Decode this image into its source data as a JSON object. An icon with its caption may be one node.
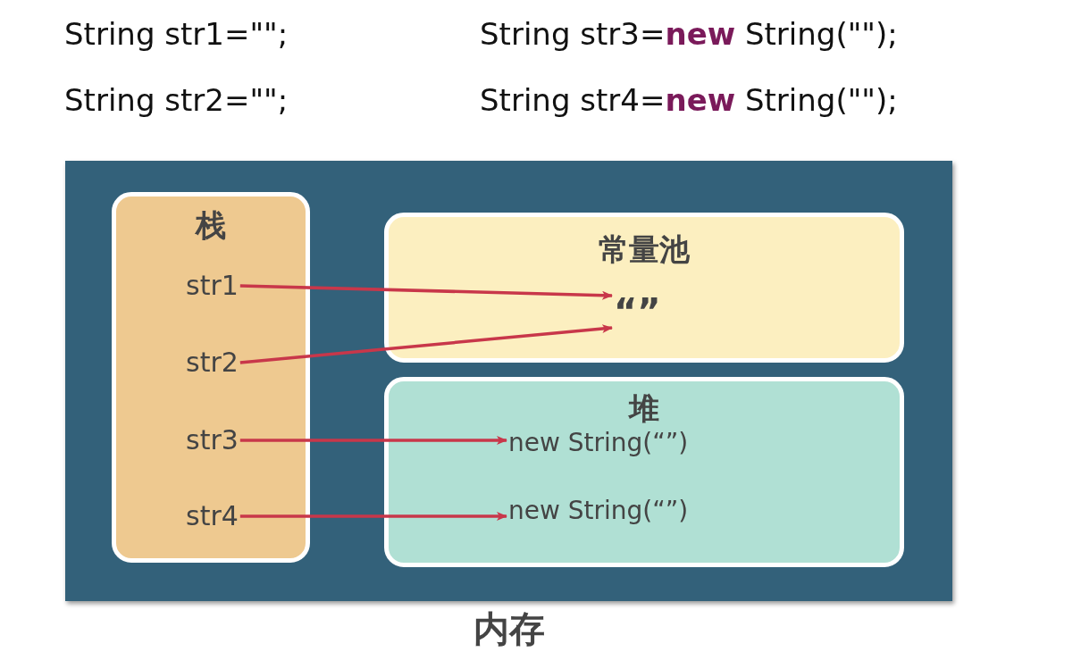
{
  "diagram": {
    "nodes": [
      {
        "text": [
          "内存"
        ]
      },
      {
        "text": [
          "栈"
        ],
        "in": 0
      },
      {
        "text": [
          "str1"
        ],
        "in": 1
      },
      {
        "text": [
          "str2"
        ],
        "in": 1
      },
      {
        "text": [
          "str3"
        ],
        "in": 1
      },
      {
        "text": [
          "str4"
        ],
        "in": 1
      },
      {
        "text": [
          "常量池"
        ],
        "in": 0
      },
      {
        "text": [
          "“”"
        ],
        "in": 6
      },
      {
        "text": [
          "堆"
        ],
        "in": 0
      },
      {
        "text": [
          "new String(“”)"
        ],
        "in": 8
      },
      {
        "text": [
          "new String(“”)"
        ],
        "in": 8
      }
    ],
    "edges": [
      {
        "from": 2,
        "to": 7,
        "arrow": "to"
      },
      {
        "from": 3,
        "to": 7,
        "arrow": "to"
      },
      {
        "from": 4,
        "to": 9,
        "arrow": "to"
      },
      {
        "from": 5,
        "to": 10,
        "arrow": "to"
      }
    ],
    "labels": [
      "String str1=\"\";",
      "String str3=**new** String(\"\");",
      "String str2=\"\";",
      "String str4=**new** String(\"\");"
    ]
  }
}
